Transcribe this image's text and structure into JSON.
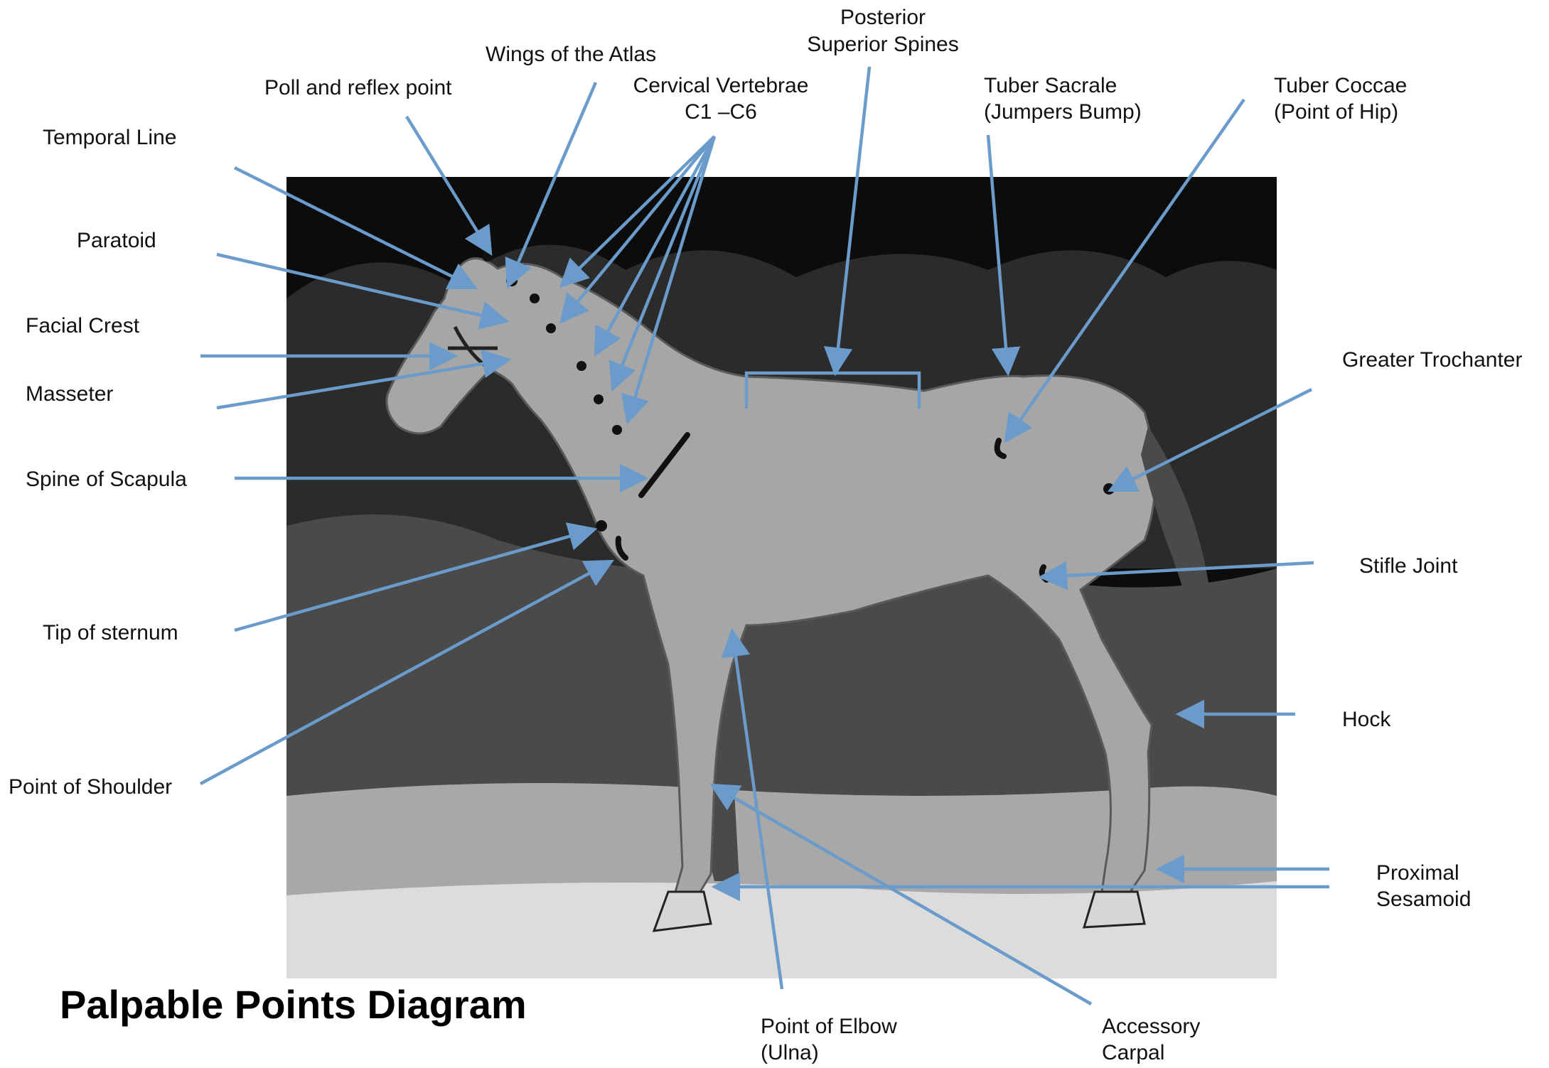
{
  "title": "Palpable Points Diagram",
  "colors": {
    "arrow": "#6a9bcb",
    "text": "#111111"
  },
  "labels": {
    "temporal_line": "Temporal Line",
    "poll_reflex": "Poll and reflex point",
    "wings_atlas": "Wings of the Atlas",
    "cervical_1": "Cervical Vertebrae",
    "cervical_2": "C1 –C6",
    "posterior_1": "Posterior",
    "posterior_2": "Superior Spines",
    "tuber_sacrale_1": "Tuber Sacrale",
    "tuber_sacrale_2": "(Jumpers Bump)",
    "tuber_coccae_1": "Tuber Coccae",
    "tuber_coccae_2": "(Point of Hip)",
    "paratoid": "Paratoid",
    "facial_crest": "Facial Crest",
    "masseter": "Masseter",
    "spine_scapula": "Spine of Scapula",
    "tip_sternum": "Tip of sternum",
    "point_shoulder": "Point of Shoulder",
    "greater_trochanter": "Greater Trochanter",
    "stifle_joint": "Stifle Joint",
    "hock": "Hock",
    "proximal_1": "Proximal",
    "proximal_2": "Sesamoid",
    "elbow_1": "Point of Elbow",
    "elbow_2": "(Ulna)",
    "accessory_1": "Accessory",
    "accessory_2": "Carpal"
  }
}
